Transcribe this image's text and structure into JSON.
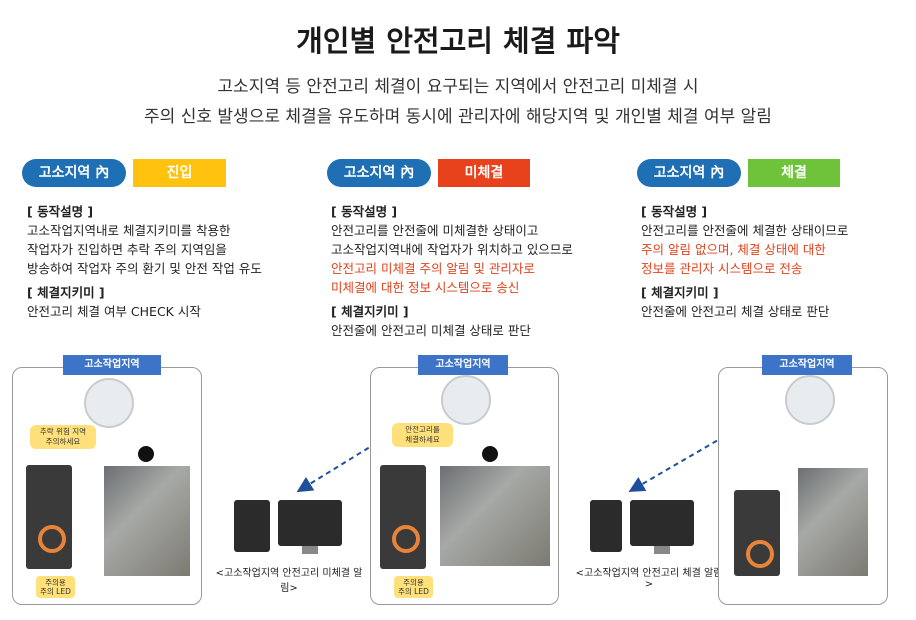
{
  "title": "개인별 안전고리 체결 파악",
  "subtitle": [
    "고소지역 등 안전고리 체결이 요구되는 지역에서 안전고리 미체결 시",
    "주의 신호 발생으로 체결을 유도하며 동시에 관리자에  해당지역  및  개인별  체결 여부 알림"
  ],
  "zone_label": "고소지역 內",
  "colors": {
    "blue": "#1f6fb5",
    "yellow": "#ffc20e",
    "red": "#e8421d",
    "green": "#6fc33b"
  },
  "sections": [
    {
      "status": "진입",
      "op_heading": "[ 동작설명 ]",
      "op_lines": [
        "고소작업지역내로 체결지키미를 착용한",
        "작업자가 진입하면 추락 주의 지역임을",
        "방송하여 작업자 주의 환기 및 안전 작업 유도"
      ],
      "op_red": [],
      "check_heading": "[ 체결지키미 ]",
      "check_text": "안전고리 체결 여부 CHECK 시작"
    },
    {
      "status": "미체결",
      "op_heading": "[ 동작설명 ]",
      "op_lines": [
        "안전고리를 안전줄에 미체결한 상태이고",
        "고소작업지역내에 작업자가 위치하고 있으므로"
      ],
      "op_red": [
        "안전고리 미체결 주의 알림 및 관리자로",
        "미체결에 대한 정보 시스템으로 송신"
      ],
      "check_heading": "[ 체결지키미 ]",
      "check_text": "안전줄에 안전고리 미체결 상태로 판단"
    },
    {
      "status": "체결",
      "op_heading": "[ 동작설명 ]",
      "op_lines": [
        "안전고리를 안전줄에 체결한 상태이므로"
      ],
      "op_red": [
        "주의 알림 없으며, 체결 상태에 대한",
        "정보를 관리자 시스템으로 전송"
      ],
      "check_heading": "[ 체결지키미 ]",
      "check_text": "안전줄에 안전고리 체결 상태로 판단"
    }
  ],
  "panels": {
    "zone": "고소작업지역",
    "bubble1": [
      "추락 위험 지역",
      "주의하세요"
    ],
    "bubble2": [
      "안전고리를",
      "체결하세요"
    ],
    "led": [
      "주의용",
      "주의 LED"
    ]
  },
  "captions": [
    "<고소작업지역 안전고리 미체결 알림>",
    "<고소작업지역 안전고리 체결 알림>"
  ]
}
